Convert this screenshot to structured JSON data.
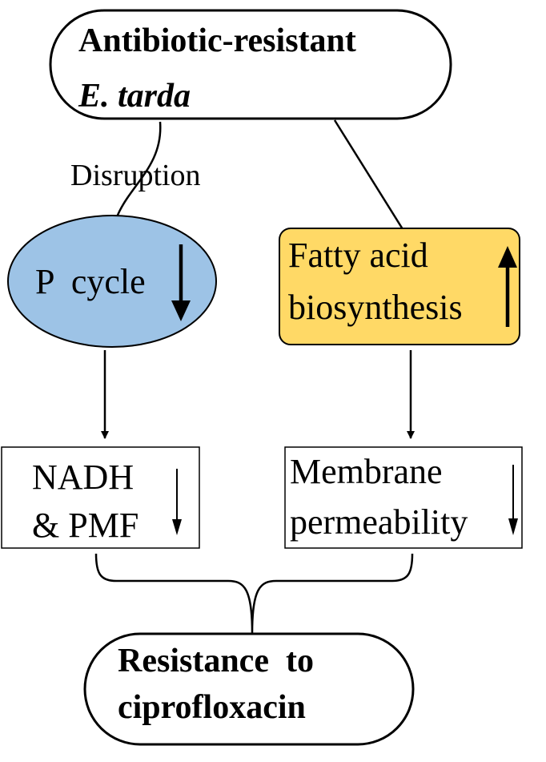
{
  "nodes": {
    "top": {
      "line1": "Antibiotic-resistant",
      "line2": "E. tarda"
    },
    "edge_label": "Disruption",
    "p_cycle": {
      "label": "P  cycle",
      "trend": "down"
    },
    "fatty_acid": {
      "line1": "Fatty acid",
      "line2": "biosynthesis",
      "trend": "up"
    },
    "nadh": {
      "line1": "NADH",
      "line2": "& PMF",
      "trend": "down"
    },
    "membrane": {
      "line1": "Membrane",
      "line2": "permeability",
      "trend": "down"
    },
    "result": {
      "line1": "Resistance  to",
      "line2": "ciprofloxacin"
    }
  },
  "colors": {
    "p_cycle_fill": "#9DC3E6",
    "fatty_acid_fill": "#FFD966",
    "stroke": "#000000",
    "background": "#FFFFFF"
  }
}
